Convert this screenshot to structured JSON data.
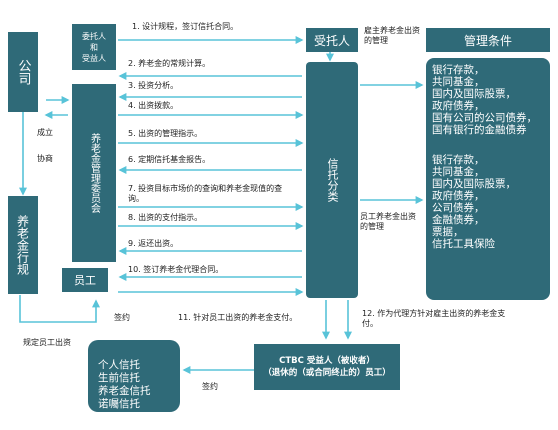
{
  "nodes": {
    "company": "公司",
    "pension_regulation": "养老金行规",
    "trustee_beneficiary": "委托人\n和\n受益人",
    "pension_committee": "养老金管理委员会",
    "employee": "员工",
    "trustor": "受托人",
    "trustor_desc": "雇主养老金出资的管理",
    "mgmt_conditions": "管理条件",
    "trust_dept": "信托分类",
    "ctbc": "CTBC  受益人（被收者）\n（退休的（或合同终止的）员工）",
    "personal_trust": "个人信托\n生前信托\n养老金信托\n诺囑信托"
  },
  "conditions_list_1": "银行存款，\n共同基金，\n国内及国际股票，\n政府债券，\n国有公司的公司债券，\n国有银行的金融债券",
  "conditions_list_2": "银行存款，\n共同基金，\n国内及国际股票，\n政府债券，\n公司债券，\n金融债券，\n票据，\n信托工具保险",
  "steps": [
    "1.  设计规程，签订信托合同。",
    "2.  养老金的常规计算。",
    "3.  投资分析。",
    "4.  出资拨款。",
    "5.  出资的管理指示。",
    "6.  定期信托基金报告。",
    "7.  投资目标市场价的查询和养老金现值的查询。",
    "8.  出资的支付指示。",
    "9.  返还出资。",
    "10.  签订养老金代理合同。",
    "11.  针对员工出资的养老金支付。",
    "12.  作为代理方针对雇主出资的养老金支付。"
  ],
  "labels": {
    "establish": "成立",
    "coordinate": "协商",
    "employee_contrib_desc": "员工养老金出资的管理",
    "sign_contract_1": "签约",
    "sign_contract_2": "签约",
    "regulate": "规定员工出资"
  },
  "colors": {
    "teal": "#2f6a78",
    "arrow": "#58c3d8",
    "text": "#222222"
  }
}
